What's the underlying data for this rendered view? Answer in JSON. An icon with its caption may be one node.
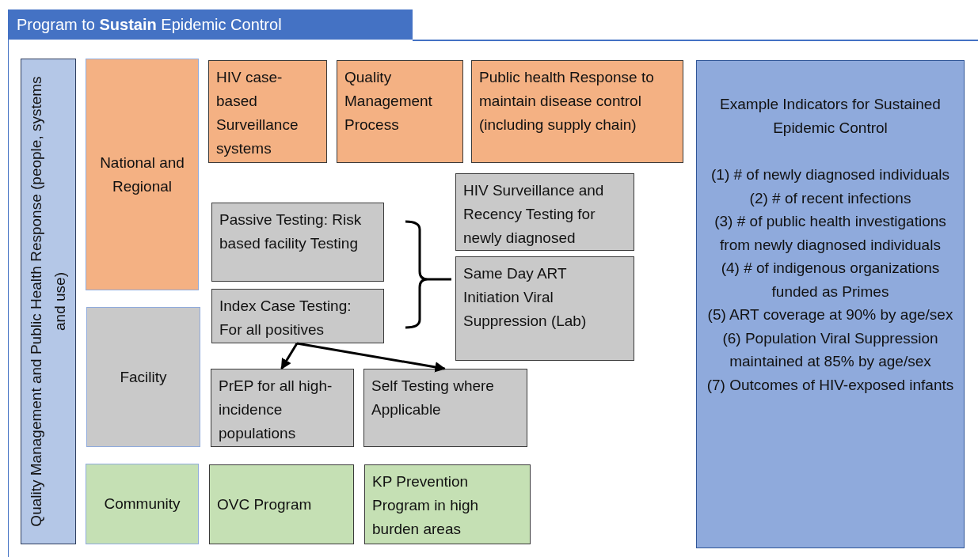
{
  "diagram": {
    "nodes": [
      {
        "text": [
          "Program to **Sustain** Epidemic Control"
        ]
      },
      {
        "text": [
          "Quality Management and Public Health Response (people, systems and use)"
        ],
        "in": 0
      },
      {
        "text": [
          "National and Regional"
        ],
        "in": 0
      },
      {
        "text": [
          "Facility"
        ],
        "in": 0
      },
      {
        "text": [
          "Community"
        ],
        "in": 0
      },
      {
        "text": [
          "HIV case-based Surveillance systems"
        ],
        "in": 0
      },
      {
        "text": [
          "Quality Management Process"
        ],
        "in": 0
      },
      {
        "text": [
          "Public health Response to maintain disease control (including supply chain)"
        ],
        "in": 0
      },
      {
        "text": [
          "HIV Surveillance and Recency Testing for newly diagnosed"
        ],
        "in": 0
      },
      {
        "text": [
          "Passive Testing: Risk based facility Testing"
        ],
        "in": 0
      },
      {
        "text": [
          "Index Case Testing: For all positives"
        ],
        "in": 0
      },
      {
        "text": [
          "Same Day ART Initiation Viral Suppression (Lab)"
        ],
        "in": 0
      },
      {
        "text": [
          "PrEP for all high-incidence populations"
        ],
        "in": 0
      },
      {
        "text": [
          "Self Testing where Applicable"
        ],
        "in": 0
      },
      {
        "text": [
          "OVC Program"
        ],
        "in": 0
      },
      {
        "text": [
          "KP Prevention Program in high burden areas"
        ],
        "in": 0
      },
      {
        "text": [
          "Example Indicators for Sustained Epidemic Control",
          "(1) # of newly diagnosed individuals",
          "(2) # of recent infections",
          "(3) # of public health investigations from newly diagnosed individuals",
          "(4) # of indigenous organizations funded as Primes",
          "(5) ART coverage at 90% by age/sex",
          "(6) Population Viral Suppression maintained at 85% by age/sex",
          "(7) Outcomes of HIV-exposed infants"
        ],
        "in": 0
      }
    ],
    "edges": [
      {
        "from": 10,
        "to": 12,
        "arrow": "to"
      },
      {
        "from": 10,
        "to": 13,
        "arrow": "to"
      }
    ]
  }
}
